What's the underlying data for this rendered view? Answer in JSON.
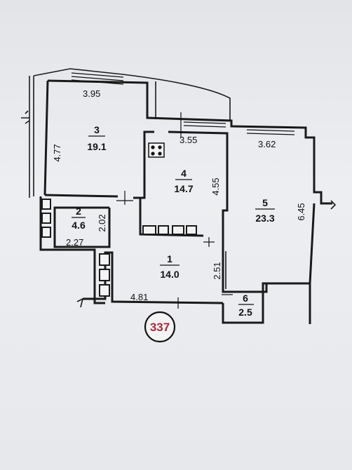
{
  "rooms": [
    {
      "number": "3",
      "area": "19.1",
      "dim_top": "3.95",
      "dim_side": "4.77"
    },
    {
      "number": "4",
      "area": "14.7",
      "dim_top": "3.55",
      "dim_side": "4.55"
    },
    {
      "number": "5",
      "area": "23.3",
      "dim_top": "3.62",
      "dim_side": "6.45"
    },
    {
      "number": "2",
      "area": "4.6",
      "dim_bottom": "2.27",
      "dim_side": "2.02"
    },
    {
      "number": "1",
      "area": "14.0",
      "dim_bottom": "4.81",
      "dim_side": "2.51"
    },
    {
      "number": "6",
      "area": "2.5"
    }
  ],
  "unit_badge": "337",
  "colors": {
    "wall": "#1a1a1a",
    "badge": "#a8283a",
    "paper": "#e8eaee"
  }
}
